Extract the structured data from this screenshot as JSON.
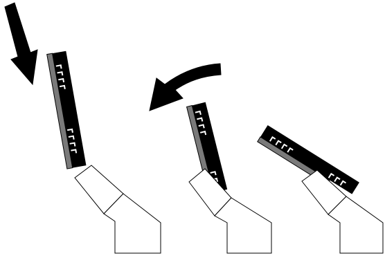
{
  "diagram": {
    "background_color": "#ffffff",
    "stroke_color": "#000000",
    "comb_color": "#000000",
    "backing_strip_color": "#7a7a7a",
    "tooth_color": "#ffffff",
    "arrows": [
      {
        "name": "down-arrow-icon",
        "direction": "down"
      },
      {
        "name": "curved-left-arrow-icon",
        "direction": "curving-left"
      }
    ],
    "stages": [
      {
        "name": "stage-1",
        "state": "approaching"
      },
      {
        "name": "stage-2",
        "state": "tilting-over"
      },
      {
        "name": "stage-3",
        "state": "laid-down"
      }
    ]
  }
}
